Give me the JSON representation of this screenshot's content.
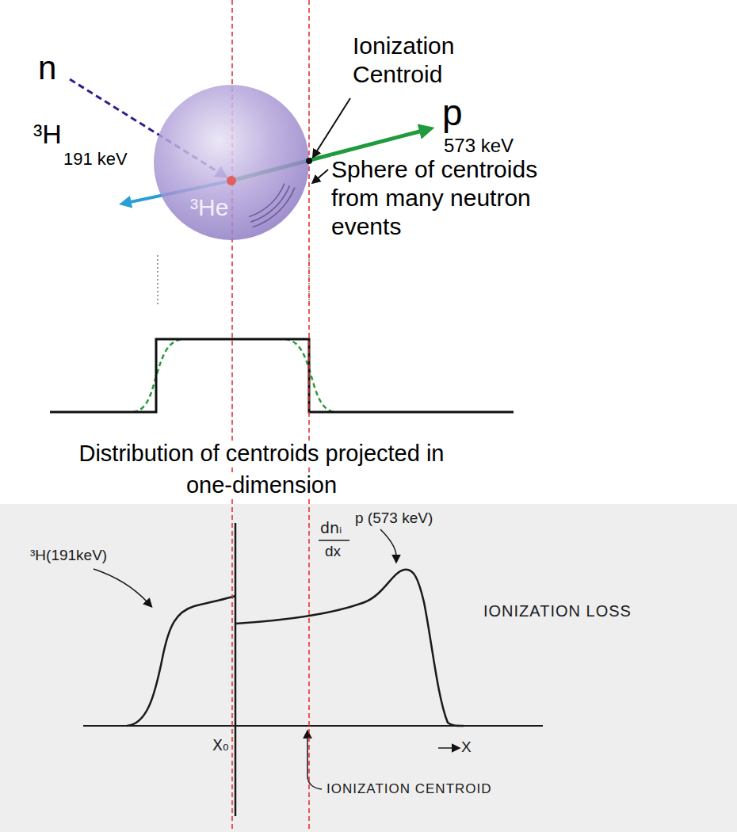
{
  "diagram": {
    "nodes": [
      {
        "text": [
          "³He"
        ]
      }
    ],
    "labels": [
      "n",
      "Ionization Centroid",
      "p",
      "573 keV",
      "³H",
      "191 keV",
      "Sphere of centroids from many neutron events",
      "Distribution of centroids projected in one-dimension",
      "dnᵢ",
      "dx",
      "³H(191keV)",
      "p (573 keV)",
      "IONIZATION LOSS",
      "X₀",
      "X",
      "IONIZATION CENTROID"
    ]
  }
}
